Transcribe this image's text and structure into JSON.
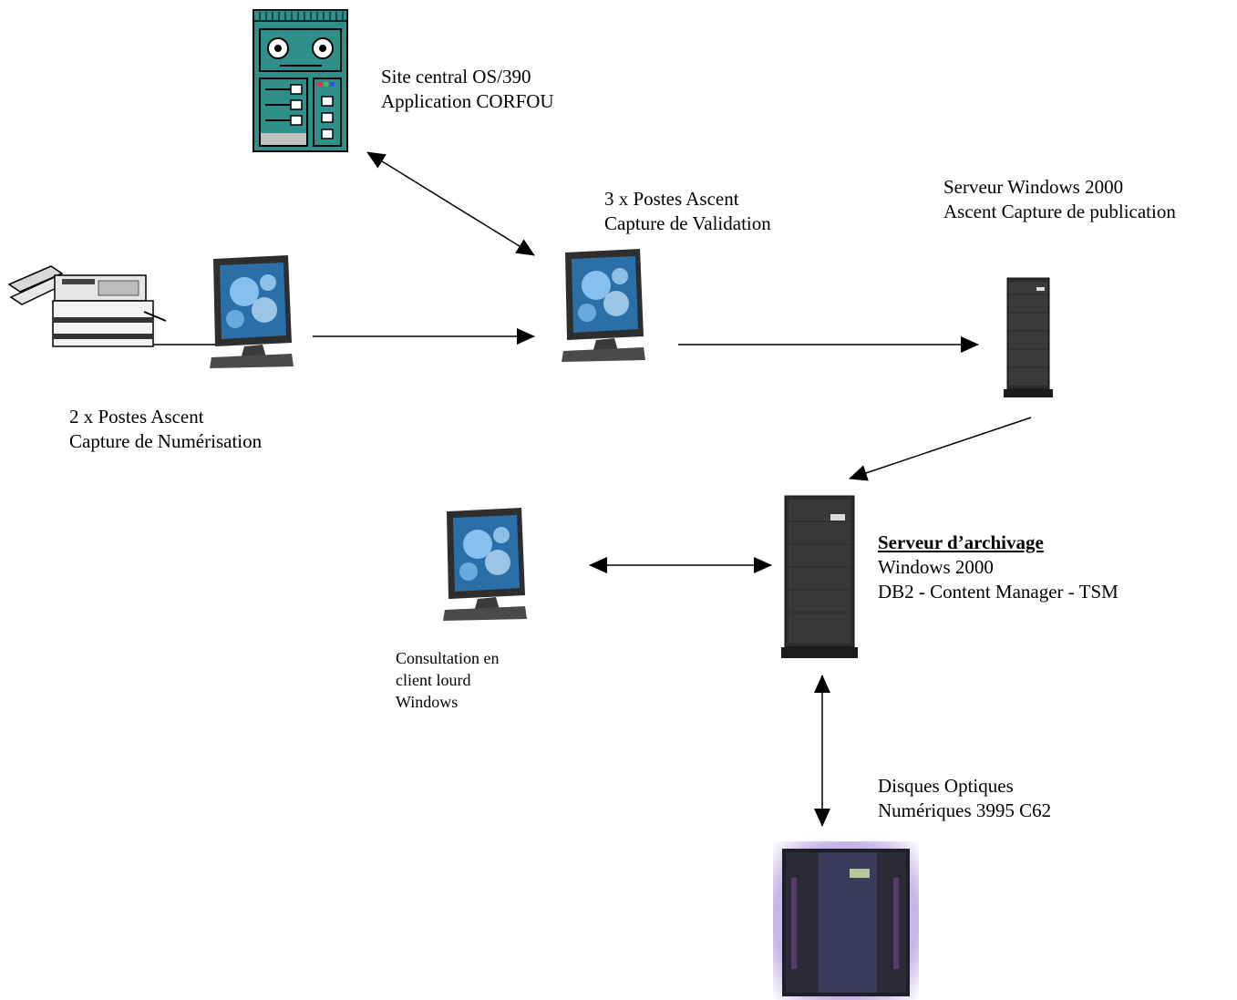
{
  "labels": {
    "mainframe": {
      "line1": "Site central OS/390",
      "line2": "Application CORFOU"
    },
    "validation": {
      "line1": "3 x Postes Ascent",
      "line2": "Capture de Validation"
    },
    "publication": {
      "line1": "Serveur Windows 2000",
      "line2": "Ascent Capture de publication"
    },
    "scan": {
      "line1": "2 x Postes Ascent",
      "line2": "Capture de Numérisation"
    },
    "archive": {
      "title": "Serveur d’archivage",
      "line1": "Windows 2000",
      "line2": "DB2 - Content Manager - TSM"
    },
    "client": {
      "line1": "Consultation en",
      "line2": "client lourd",
      "line3": "Windows"
    },
    "optical": {
      "line1": "Disques Optiques",
      "line2": "Numériques 3995 C62"
    }
  },
  "icons": {
    "mainframe": "mainframe-tape-icon",
    "scanner": "scanner-fax-icon",
    "workstation": "flat-monitor-icon",
    "tower": "tower-server-icon",
    "library": "optical-disk-library-icon"
  },
  "colors": {
    "line": "#000000",
    "mainframe_fill": "#2f8f8a",
    "monitor_screen": "#2a6fa8",
    "server_dark": "#2b2b2b",
    "library_glow": "#c9b6e6"
  }
}
